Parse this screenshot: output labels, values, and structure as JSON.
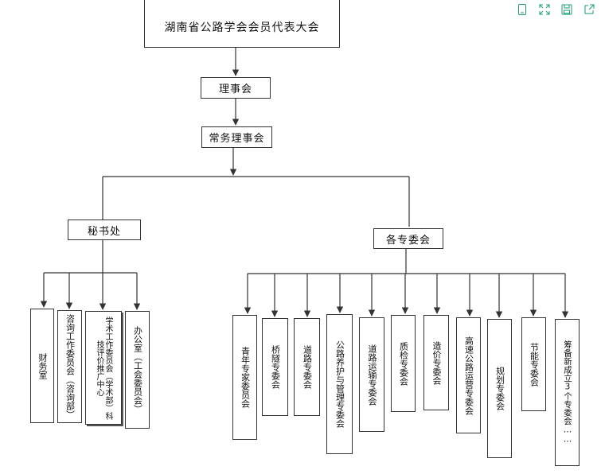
{
  "toolbar": {
    "icons": [
      "tablet-icon",
      "fullscreen-icon",
      "save-icon",
      "share-icon"
    ],
    "accent_color": "#1a9e72"
  },
  "org_chart": {
    "root": "湖南省公路学会会员代表大会",
    "council": "理事会",
    "standing_council": "常务理事会",
    "secretariat": {
      "label": "秘书处",
      "departments": [
        "财务室",
        "咨询工作委员会（咨询部）",
        "学术工作委员会（学术部）科技评价推广中心",
        "办公室（工会委员会）"
      ]
    },
    "committees": {
      "label": "各专委会",
      "items": [
        "青年专家委员会",
        "桥隧专委会",
        "道路专委会",
        "公路养护与管理专委会",
        "道路运输专委会",
        "质检专委会",
        "造价专委会",
        "高速公路运营专委会",
        "规划专委会",
        "节能专委会",
        "筹备新成立3个专委会……"
      ]
    }
  }
}
